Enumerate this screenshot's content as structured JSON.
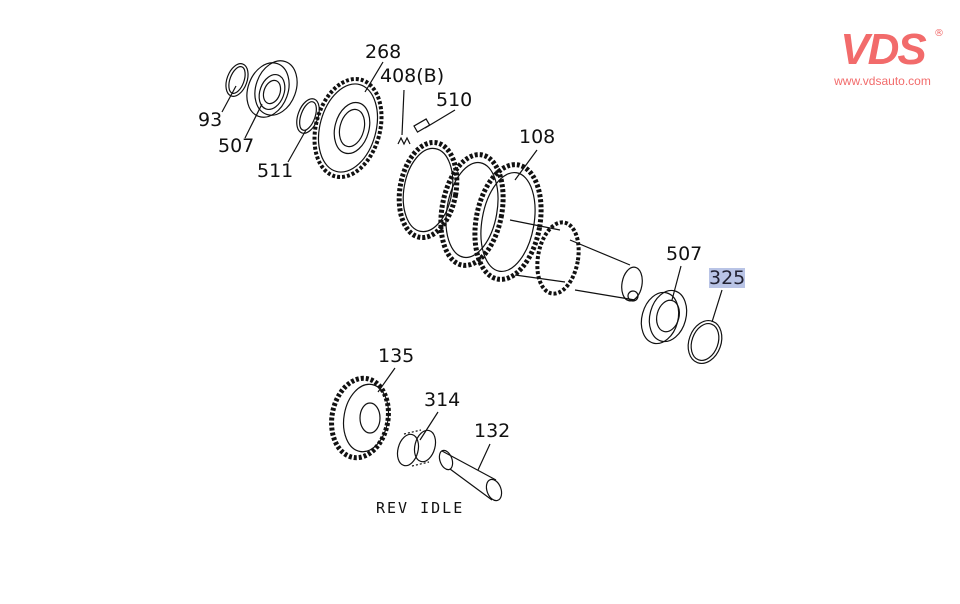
{
  "logo": {
    "mark": "VDS",
    "registered": "®",
    "url": "www.vdsauto.com",
    "color": "#f26b6b"
  },
  "callouts": [
    {
      "label": "268"
    },
    {
      "label": "408(B)"
    },
    {
      "label": "510"
    },
    {
      "label": "93"
    },
    {
      "label": "507"
    },
    {
      "label": "511"
    },
    {
      "label": "108"
    },
    {
      "label": "507"
    },
    {
      "label": "325",
      "selected": true
    },
    {
      "label": "135"
    },
    {
      "label": "314"
    },
    {
      "label": "132"
    }
  ],
  "note": "REV IDLE",
  "highlight_color": "#b9c4e6"
}
